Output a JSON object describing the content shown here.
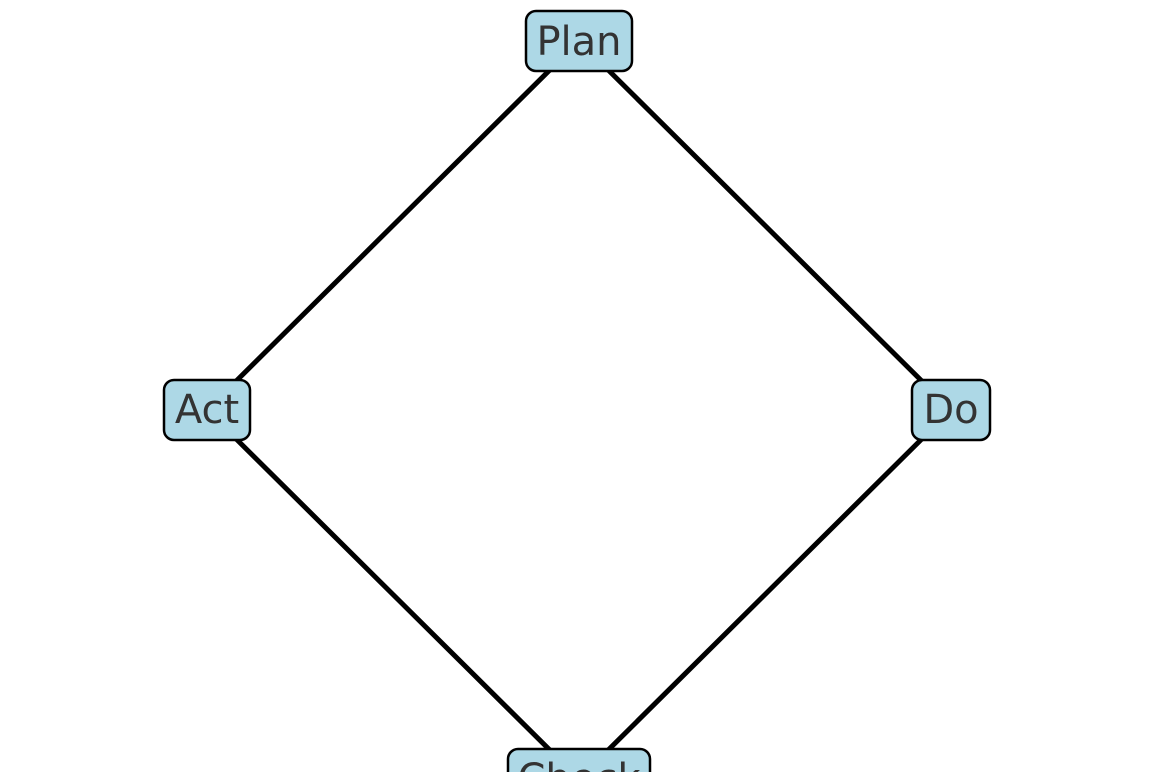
{
  "diagram": {
    "style": {
      "node_fill": "#add8e6",
      "node_border": "#000000",
      "edge_color": "#000000",
      "label_color": "#333333"
    },
    "nodes": {
      "plan": {
        "label": "Plan"
      },
      "do": {
        "label": "Do"
      },
      "check": {
        "label": "Check"
      },
      "act": {
        "label": "Act"
      }
    },
    "edges": [
      {
        "from": "plan",
        "to": "do"
      },
      {
        "from": "do",
        "to": "check"
      },
      {
        "from": "check",
        "to": "act"
      },
      {
        "from": "act",
        "to": "plan"
      }
    ]
  }
}
